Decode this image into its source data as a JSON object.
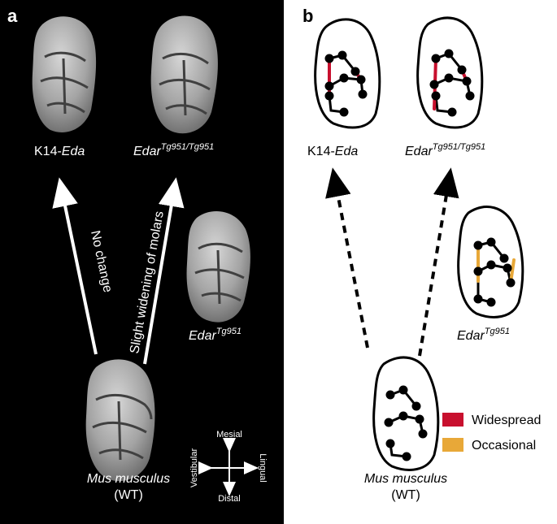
{
  "panel_a": {
    "letter": "a",
    "k14": {
      "prefix": "K14-",
      "gene": "Eda"
    },
    "edar_homo": {
      "gene": "Edar",
      "sup": "Tg951/Tg951"
    },
    "edar_het": {
      "gene": "Edar",
      "sup": "Tg951"
    },
    "arrow_left_label": "No change",
    "arrow_right_label": "Slight widening of molars",
    "wt": {
      "species": "Mus musculus",
      "strain": "(WT)"
    },
    "compass": {
      "top": "Mesial",
      "bottom": "Distal",
      "left": "Vestibular",
      "right": "Lingual"
    }
  },
  "panel_b": {
    "letter": "b",
    "k14": {
      "prefix": "K14-",
      "gene": "Eda"
    },
    "edar_homo": {
      "gene": "Edar",
      "sup": "Tg951/Tg951"
    },
    "edar_het": {
      "gene": "Edar",
      "sup": "Tg951"
    },
    "wt": {
      "species": "Mus musculus",
      "strain": "(WT)"
    },
    "legend": [
      {
        "label": "Widespread",
        "color": "#c8102e"
      },
      {
        "label": "Occasional",
        "color": "#e8a838"
      }
    ]
  }
}
